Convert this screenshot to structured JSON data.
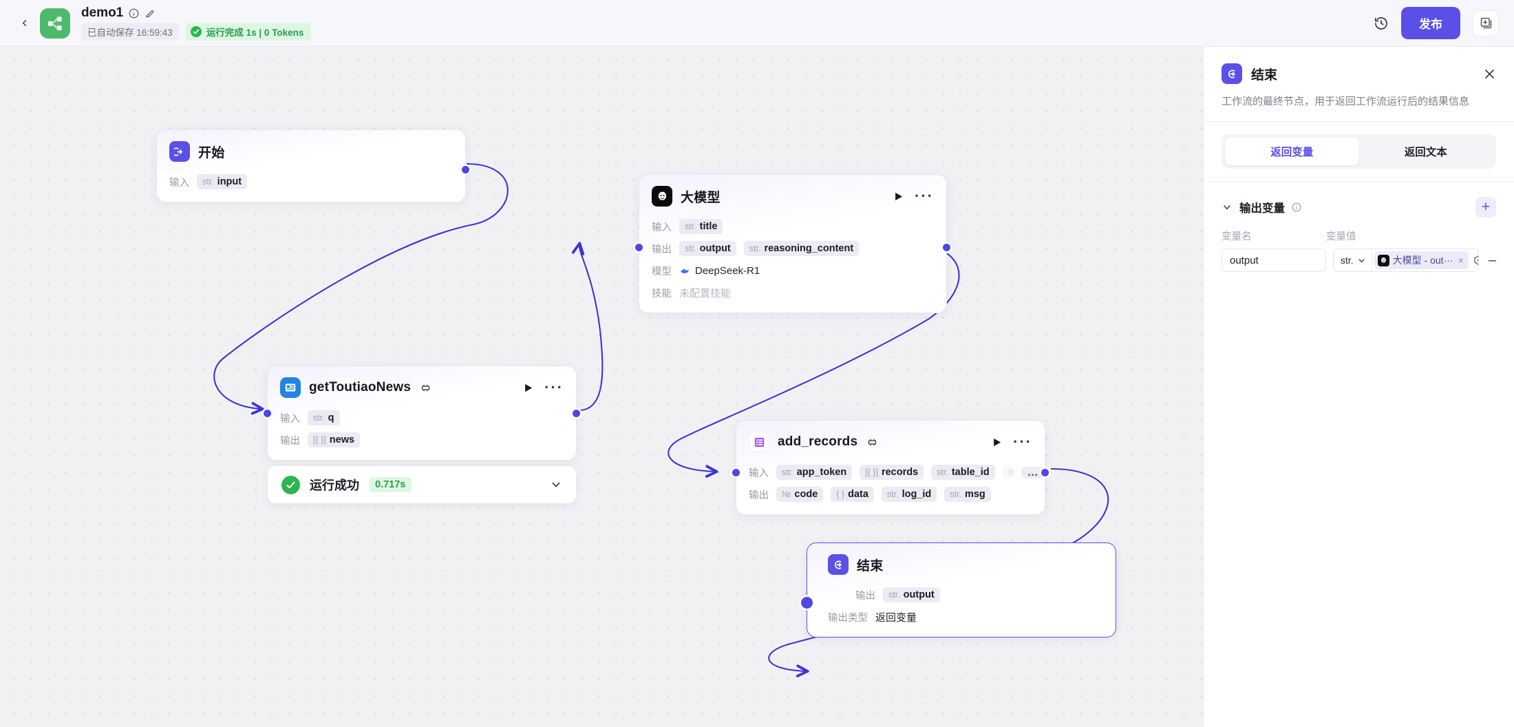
{
  "topbar": {
    "back_icon": "chevron-left-icon",
    "logo_icon": "workflow-logo-icon",
    "workflow_title": "demo1",
    "info_icon": "info-circle-icon",
    "edit_icon": "edit-pencil-icon",
    "autosave_text": "已自动保存 16:59:43",
    "run_status_text": "运行完成 1s | 0 Tokens",
    "history_icon": "history-clock-icon",
    "publish_label": "发布",
    "duplicate_icon": "duplicate-window-icon"
  },
  "canvas": {
    "nodes": [
      {
        "id": "start",
        "icon": "start-node-icon",
        "title": "开始",
        "rows": [
          {
            "label": "输入",
            "chips": [
              {
                "type": "str.",
                "name": "input"
              }
            ]
          }
        ]
      },
      {
        "id": "llm",
        "icon": "llm-model-icon",
        "title": "大模型",
        "play_icon": "play-icon",
        "more_icon": "more-dots-icon",
        "rows": [
          {
            "label": "输入",
            "chips": [
              {
                "type": "str.",
                "name": "title"
              }
            ]
          },
          {
            "label": "输出",
            "chips": [
              {
                "type": "str.",
                "name": "output"
              },
              {
                "type": "str.",
                "name": "reasoning_content"
              }
            ]
          },
          {
            "label": "模型",
            "plain": "DeepSeek-R1",
            "plain_icon": "deepseek-whale-icon"
          },
          {
            "label": "技能",
            "plain_muted": "未配置技能"
          }
        ]
      },
      {
        "id": "get_toutiao_news",
        "icon": "news-plugin-icon",
        "title": "getToutiaoNews",
        "plugin_icon": "plugin-badge-icon",
        "play_icon": "play-icon",
        "more_icon": "more-dots-icon",
        "rows": [
          {
            "label": "输入",
            "chips": [
              {
                "type": "str.",
                "name": "q"
              }
            ]
          },
          {
            "label": "输出",
            "chips": [
              {
                "type": "[{ }]",
                "name": "news"
              }
            ]
          }
        ]
      },
      {
        "id": "add_records",
        "icon": "table-plugin-icon",
        "title": "add_records",
        "plugin_icon": "plugin-badge-icon",
        "play_icon": "play-icon",
        "more_icon": "more-dots-icon",
        "rows": [
          {
            "label": "输入",
            "chips": [
              {
                "type": "str.",
                "name": "app_token"
              },
              {
                "type": "[{ }]",
                "name": "records"
              },
              {
                "type": "str.",
                "name": "table_id"
              },
              {
                "type": "str.",
                "name": "",
                "faded": true
              }
            ],
            "overflow": "…"
          },
          {
            "label": "输出",
            "chips": [
              {
                "type": "№",
                "name": "code"
              },
              {
                "type": "{ }",
                "name": "data"
              },
              {
                "type": "str.",
                "name": "log_id"
              },
              {
                "type": "str.",
                "name": "msg"
              }
            ]
          }
        ]
      },
      {
        "id": "end",
        "icon": "end-node-icon",
        "title": "结束",
        "selected": true,
        "rows": [
          {
            "label": "输出",
            "chips": [
              {
                "type": "str.",
                "name": "output"
              }
            ]
          },
          {
            "label": "输出类型",
            "plain": "返回变量"
          }
        ]
      }
    ],
    "run_status": {
      "check_icon": "success-check-icon",
      "label": "运行成功",
      "duration": "0.717s",
      "expand_icon": "chevron-down-icon"
    }
  },
  "panel": {
    "icon": "end-node-icon",
    "title": "结束",
    "close_icon": "close-x-icon",
    "description": "工作流的最终节点，用于返回工作流运行后的结果信息",
    "tabs": [
      {
        "label": "返回变量",
        "active": true
      },
      {
        "label": "返回文本",
        "active": false
      }
    ],
    "section": {
      "caret_icon": "chevron-down-icon",
      "title": "输出变量",
      "info_icon": "info-circle-icon",
      "add_icon": "plus-icon",
      "col_name": "变量名",
      "col_value": "变量值",
      "rows": [
        {
          "name": "output",
          "type": "str.",
          "type_caret_icon": "chevron-down-icon",
          "ref_avatar_icon": "llm-model-icon",
          "ref_text": "大模型 - out···",
          "ref_clear_icon": "clear-x-icon",
          "ref_target_icon": "target-circle-icon",
          "remove_icon": "minus-icon"
        }
      ]
    }
  },
  "colors": {
    "accent": "#5a50e8",
    "edge": "#3c35d6",
    "success": "#2bb64f",
    "canvas_bg": "#f1f1f4"
  }
}
